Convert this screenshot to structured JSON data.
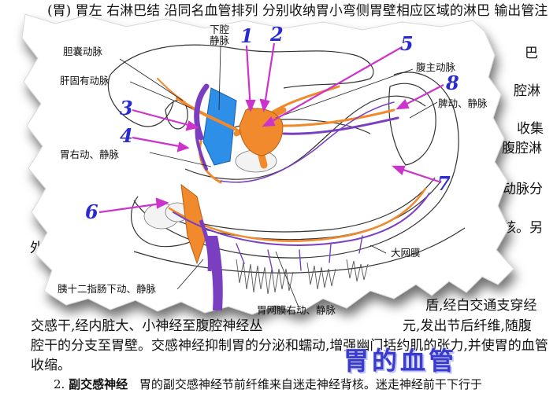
{
  "background_text": {
    "top_line": "(胃) 胃左 右淋巴结   沿同名血管排列 分别收纳胃小弯侧胃壁相应区域的淋巴  输出管注",
    "right_fragments": [
      "巴",
      "腔淋",
      "收集",
      "腹腔淋",
      "动脉分",
      "核。另"
    ],
    "left_fragment": "外",
    "bottom_line1_right": "盾,经白交通支穿经",
    "bottom_line2": "交感干,经内脏大、小神经至腹腔神经丛",
    "bottom_line2_right": "元,发出节后纤维,随腹",
    "bottom_line3": "腔干的分支至胃壁。交感神经抑制胃的分泌和蠕动,增强幽门括约肌的张力,并使胃的血管",
    "bottom_line4": "收缩。",
    "section_number": "2.",
    "section_title": "副交感神经",
    "section_text": "胃的副交感神经节前纤维来自迷走神经背核。迷走神经前干下行于"
  },
  "labels": {
    "xiaqiang": "下腔",
    "jingmai": "静脉",
    "dannang": "胆囊动脉",
    "gangu": "肝固有动脉",
    "weiyou": "胃右动、静脉",
    "fuzhu": "腹主动脉",
    "pi": "脾动、静脉",
    "dawang": "大网膜",
    "yishier": "胰十二指肠下动、静脉",
    "weiwangmo": "胃网膜右动、静脉"
  },
  "numbers": [
    "1",
    "2",
    "3",
    "4",
    "5",
    "6",
    "7",
    "8"
  ],
  "caption": "胃的血管",
  "colors": {
    "arrow": "#cc33cc",
    "number": "#2a2ad0",
    "artery": "#f08a2c",
    "vein": "#7a3fc0",
    "ivc": "#2e8fe8"
  }
}
